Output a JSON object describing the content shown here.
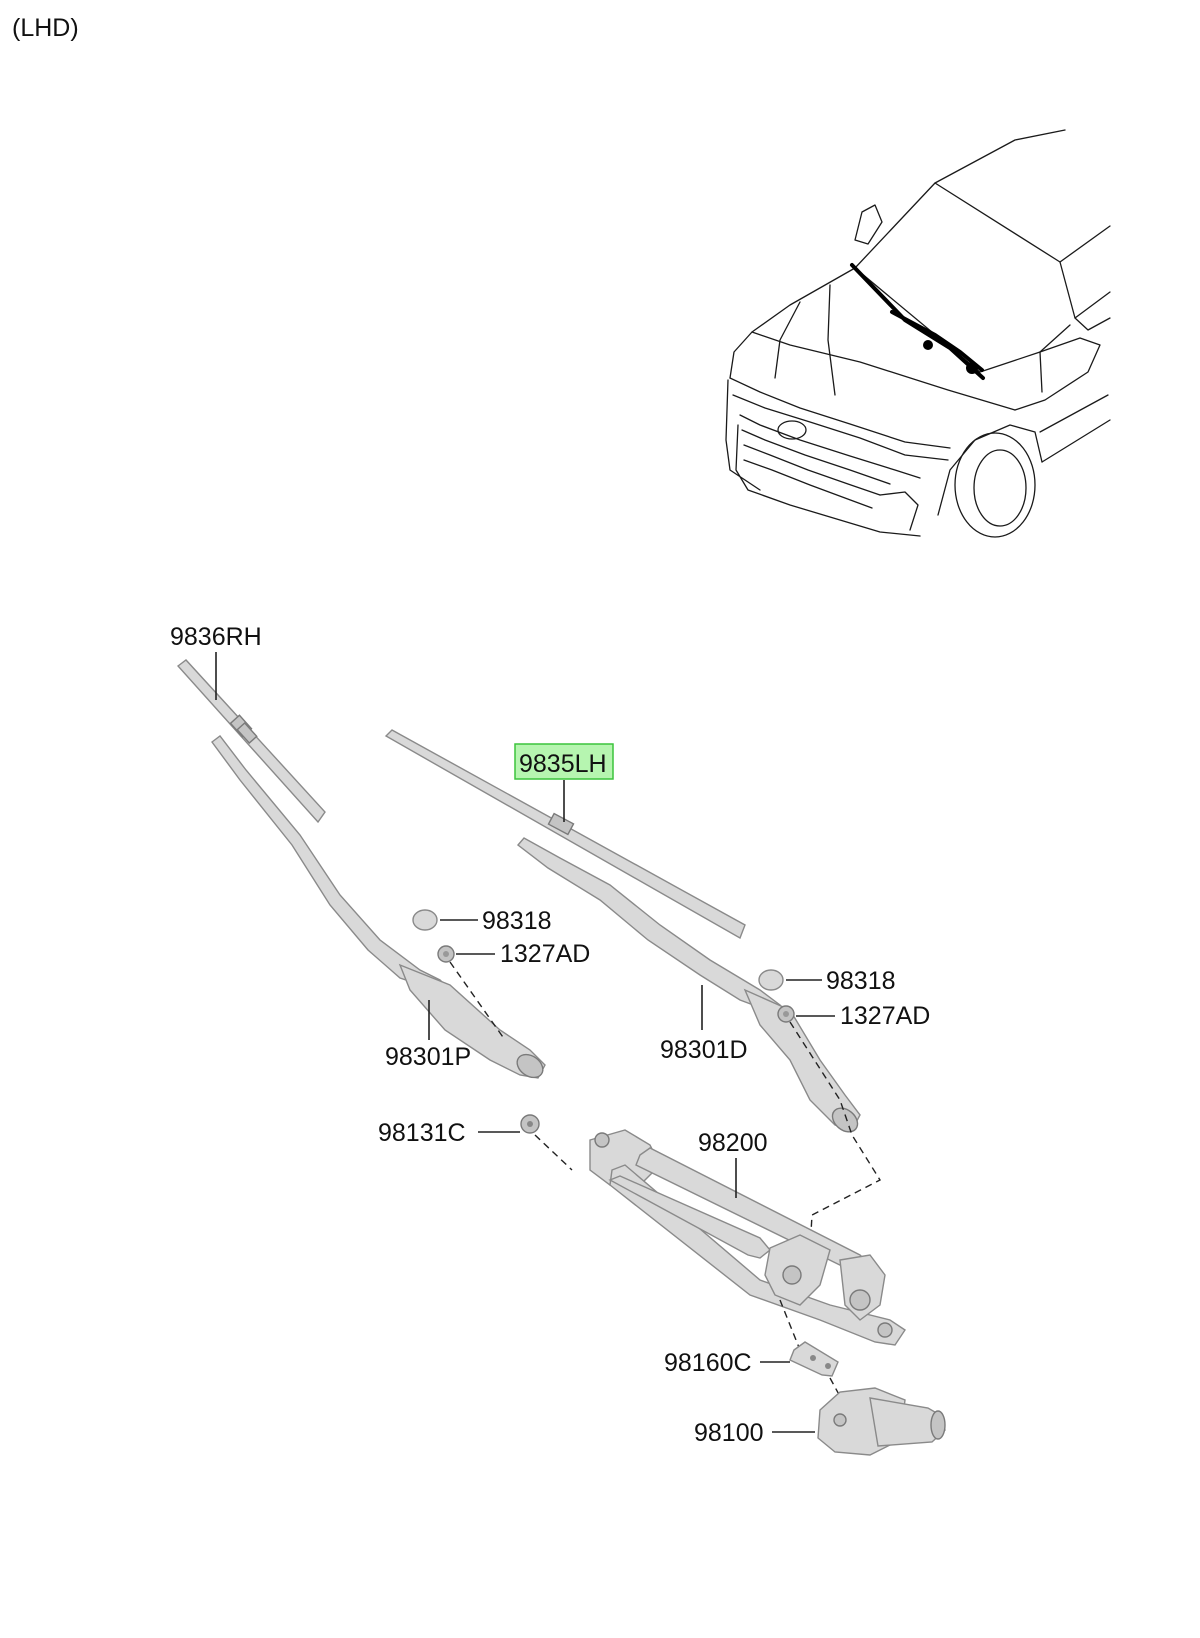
{
  "header": {
    "variant": "(LHD)"
  },
  "highlight_color": "#b6f5b0",
  "highlight_border": "#3cc43c",
  "parts": {
    "blade_rh": "9836RH",
    "blade_lh": "9835LH",
    "cap_passenger": "98318",
    "nut_passenger": "1327AD",
    "arm_passenger": "98301P",
    "cap_driver": "98318",
    "nut_driver": "1327AD",
    "arm_driver": "98301D",
    "pivot_nut": "98131C",
    "linkage": "98200",
    "bracket": "98160C",
    "motor": "98100"
  }
}
